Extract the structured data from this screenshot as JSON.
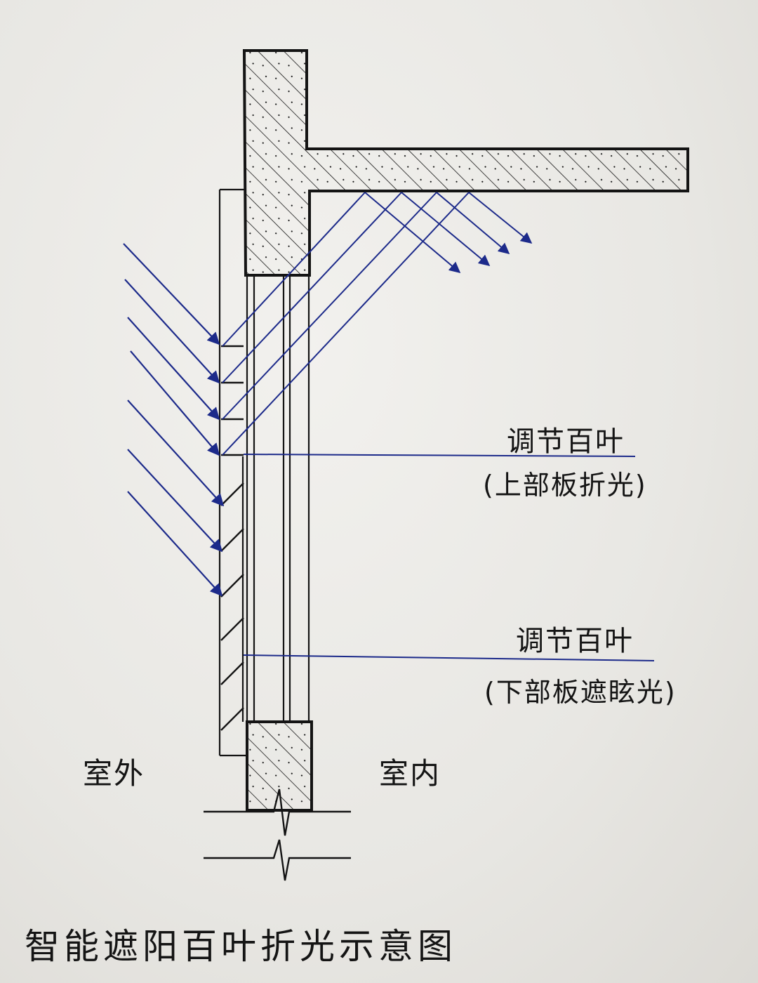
{
  "labels": {
    "upper_blind_title": "调节百叶",
    "upper_blind_note": "(上部板折光)",
    "lower_blind_title": "调节百叶",
    "lower_blind_note": "(下部板遮眩光)",
    "outdoor": "室外",
    "indoor": "室内",
    "diagram_title": "智能遮阳百叶折光示意图"
  },
  "colors": {
    "ink": "#141414",
    "light_ray": "#1c2a8a",
    "paper": "#e9e8e4"
  }
}
